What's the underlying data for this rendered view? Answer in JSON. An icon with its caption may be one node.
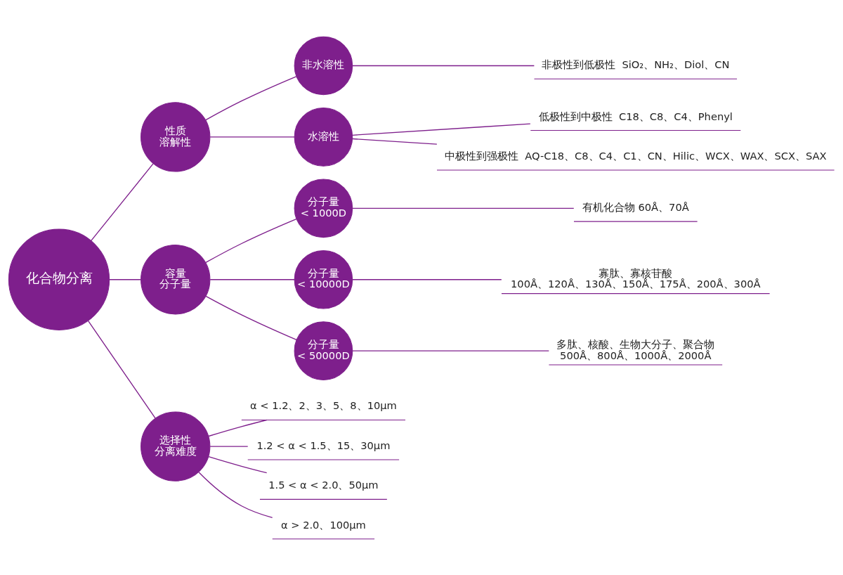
{
  "diagram": {
    "nodes": [
      {
        "text": [
          "化合物分离"
        ]
      },
      {
        "text": [
          "性质",
          "溶解性"
        ]
      },
      {
        "text": [
          "非水溶性"
        ]
      },
      {
        "text": [
          "非极性到低极性  SiO₂、NH₂、Diol、CN"
        ]
      },
      {
        "text": [
          "水溶性"
        ]
      },
      {
        "text": [
          "低极性到中极性  C18、C8、C4、Phenyl"
        ]
      },
      {
        "text": [
          "中极性到强极性  AQ-C18、C8、C4、C1、CN、Hilic、WCX、WAX、SCX、SAX"
        ]
      },
      {
        "text": [
          "容量",
          "分子量"
        ]
      },
      {
        "text": [
          "分子量",
          "< 1000D"
        ]
      },
      {
        "text": [
          "有机化合物 60Å、70Å"
        ]
      },
      {
        "text": [
          "分子量",
          "< 10000D"
        ]
      },
      {
        "text": [
          "寡肽、寡核苷酸",
          "100Å、120Å、130Å、150Å、175Å、200Å、300Å"
        ]
      },
      {
        "text": [
          "分子量",
          "< 50000D"
        ]
      },
      {
        "text": [
          "多肽、核酸、生物大分子、聚合物",
          "500Å、800Å、1000Å、2000Å"
        ]
      },
      {
        "text": [
          "选择性",
          "分离难度"
        ]
      },
      {
        "text": [
          "α < 1.2、2、3、5、8、10μm"
        ]
      },
      {
        "text": [
          "1.2 < α < 1.5、15、30μm"
        ]
      },
      {
        "text": [
          "1.5 < α < 2.0、50μm"
        ]
      },
      {
        "text": [
          "α > 2.0、100μm"
        ]
      }
    ],
    "edges": [
      {
        "from": 0,
        "to": 1,
        "arrow": "none"
      },
      {
        "from": 1,
        "to": 2,
        "arrow": "none"
      },
      {
        "from": 2,
        "to": 3,
        "arrow": "none"
      },
      {
        "from": 1,
        "to": 4,
        "arrow": "none"
      },
      {
        "from": 4,
        "to": 5,
        "arrow": "none"
      },
      {
        "from": 4,
        "to": 6,
        "arrow": "none"
      },
      {
        "from": 0,
        "to": 7,
        "arrow": "none"
      },
      {
        "from": 7,
        "to": 8,
        "arrow": "none"
      },
      {
        "from": 8,
        "to": 9,
        "arrow": "none"
      },
      {
        "from": 7,
        "to": 10,
        "arrow": "none"
      },
      {
        "from": 10,
        "to": 11,
        "arrow": "none"
      },
      {
        "from": 7,
        "to": 12,
        "arrow": "none"
      },
      {
        "from": 12,
        "to": 13,
        "arrow": "none"
      },
      {
        "from": 0,
        "to": 14,
        "arrow": "none"
      },
      {
        "from": 14,
        "to": 15,
        "arrow": "none"
      },
      {
        "from": 14,
        "to": 16,
        "arrow": "none"
      },
      {
        "from": 14,
        "to": 17,
        "arrow": "none"
      },
      {
        "from": 14,
        "to": 18,
        "arrow": "none"
      }
    ]
  }
}
